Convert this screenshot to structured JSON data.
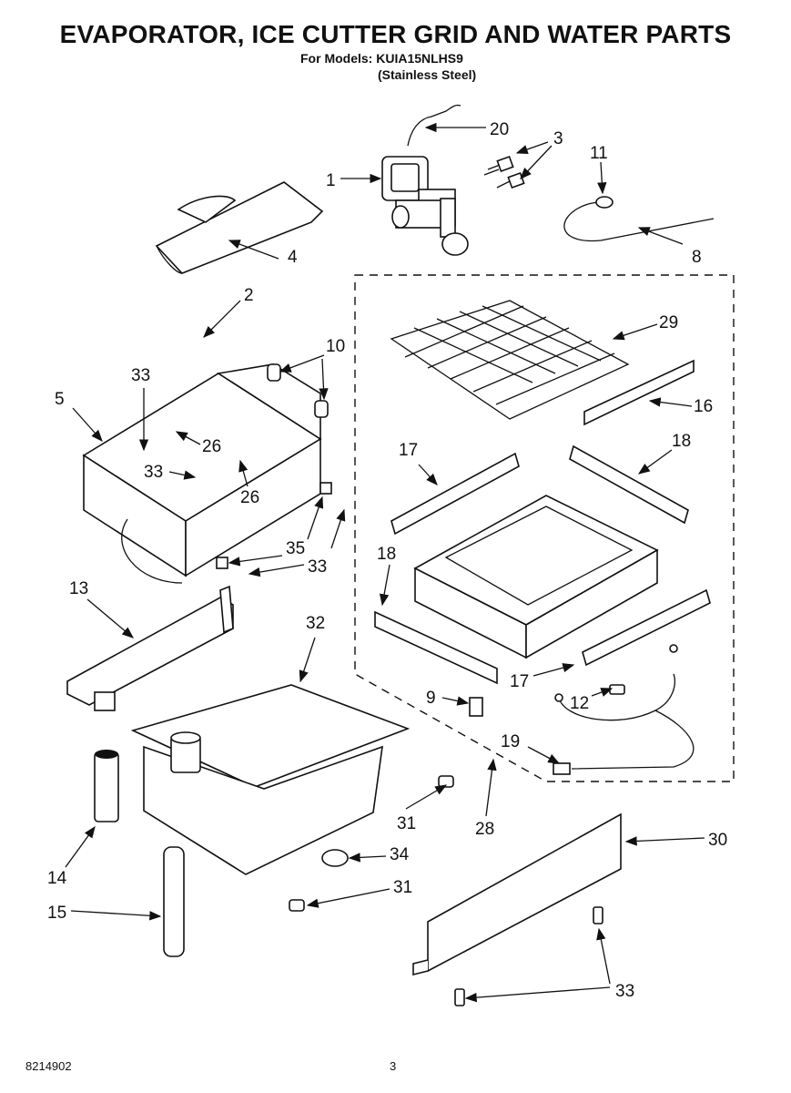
{
  "header": {
    "title": "EVAPORATOR, ICE CUTTER GRID AND WATER PARTS",
    "models_line": "For Models: KUIA15NLHS9",
    "finish_line": "(Stainless Steel)"
  },
  "footer": {
    "doc_number": "8214902",
    "page_number": "3"
  },
  "callouts": {
    "c1": "1",
    "c2": "2",
    "c3": "3",
    "c4": "4",
    "c5": "5",
    "c8": "8",
    "c9": "9",
    "c10": "10",
    "c11": "11",
    "c12": "12",
    "c13": "13",
    "c14": "14",
    "c15": "15",
    "c16": "16",
    "c17a": "17",
    "c17b": "17",
    "c18a": "18",
    "c18b": "18",
    "c19": "19",
    "c20": "20",
    "c26a": "26",
    "c26b": "26",
    "c28": "28",
    "c29": "29",
    "c30": "30",
    "c31a": "31",
    "c31b": "31",
    "c32": "32",
    "c33a": "33",
    "c33b": "33",
    "c33c": "33",
    "c33d": "33",
    "c34": "34",
    "c35": "35"
  }
}
